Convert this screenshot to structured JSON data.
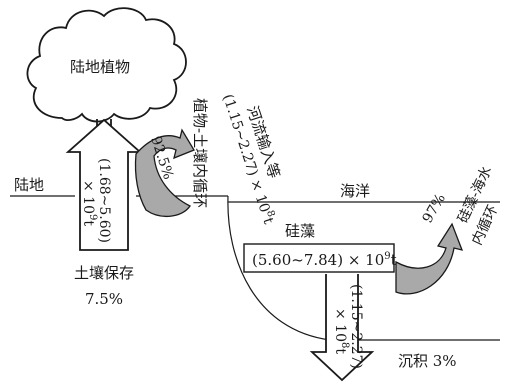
{
  "labels": {
    "plant": "陆地植物",
    "land": "陆地",
    "ocean": "海洋",
    "diatom": "硅藻",
    "plant_soil_cycle": "植物-土壤内循环",
    "river_input": "河流输入等",
    "river_input_value": "(1.15~2.27) × 10",
    "river_input_exp": "8",
    "river_input_unit": "t",
    "plant_flux_value": "(1.68~5.60)",
    "plant_flux_mult": "× 10",
    "plant_flux_exp": "9",
    "plant_flux_unit": "t",
    "plant_cycle_percent": "92.5%",
    "soil_storage": "土壤保存",
    "soil_storage_percent": "7.5%",
    "diatom_value": "(5.60~7.84) × 10",
    "diatom_exp": "9",
    "diatom_unit": "t",
    "diatom_cycle_percent": "97%",
    "diatom_cycle_line1": "硅藻-海水",
    "diatom_cycle_line2": "内循环",
    "sink_value": "(1.15~2.27)",
    "sink_mult": "× 10",
    "sink_exp": "8",
    "sink_unit": "t",
    "sediment": "沉积 3%"
  },
  "colors": {
    "line": "#1a1a1a",
    "text": "#1a1a1a",
    "curved_arrow_fill": "#a9a9a9",
    "background": "#ffffff"
  }
}
